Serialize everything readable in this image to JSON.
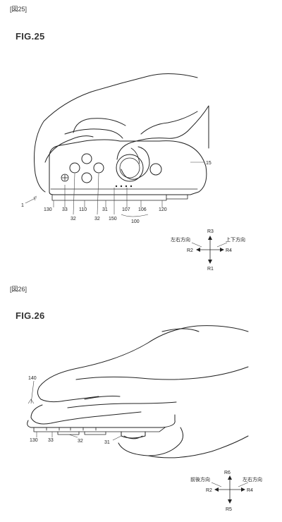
{
  "fig25": {
    "header": "[図25]",
    "title": "FIG.25",
    "refs": {
      "r1": "1",
      "r15": "15",
      "r130": "130",
      "r33": "33",
      "r110": "110",
      "r31": "31",
      "r107": "107",
      "r106": "106",
      "r120": "120",
      "r32a": "32",
      "r32b": "32",
      "r150": "150",
      "r100": "100"
    },
    "directions": {
      "up": "R3",
      "down": "R1",
      "left": "R2",
      "right": "R4",
      "left_label": "左右方向",
      "right_label": "上下方向"
    }
  },
  "fig26": {
    "header": "[図26]",
    "title": "FIG.26",
    "refs": {
      "r140": "140",
      "r130": "130",
      "r33": "33",
      "r32": "32",
      "r31": "31"
    },
    "directions": {
      "up": "R6",
      "down": "R5",
      "left": "R2",
      "right": "R4",
      "left_label": "前後方向",
      "right_label": "左右方向"
    }
  }
}
